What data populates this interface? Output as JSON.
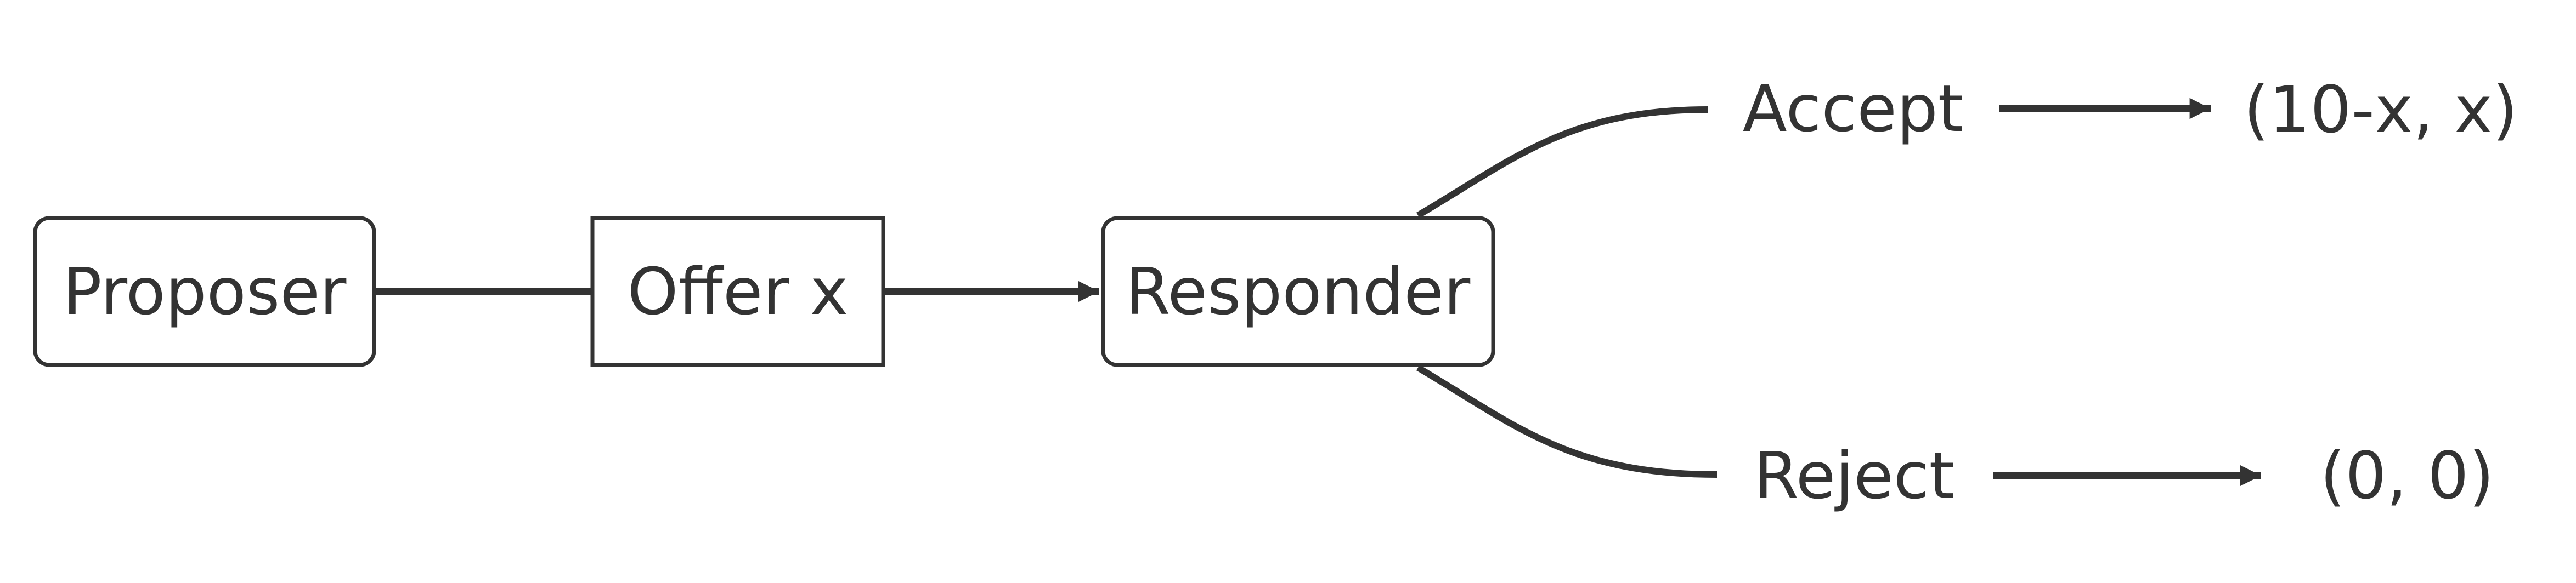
{
  "diagram": {
    "nodes": {
      "proposer": {
        "label": "Proposer"
      },
      "offer": {
        "label": "Offer x"
      },
      "responder": {
        "label": "Responder"
      },
      "accept": {
        "label": "Accept"
      },
      "accept_payoff": {
        "label": "(10-x, x)"
      },
      "reject": {
        "label": "Reject"
      },
      "reject_payoff": {
        "label": "(0, 0)"
      }
    },
    "colors": {
      "stroke": "#333333",
      "text": "#333333",
      "node_fill": "#ffffff",
      "background": "#ffffff"
    }
  }
}
